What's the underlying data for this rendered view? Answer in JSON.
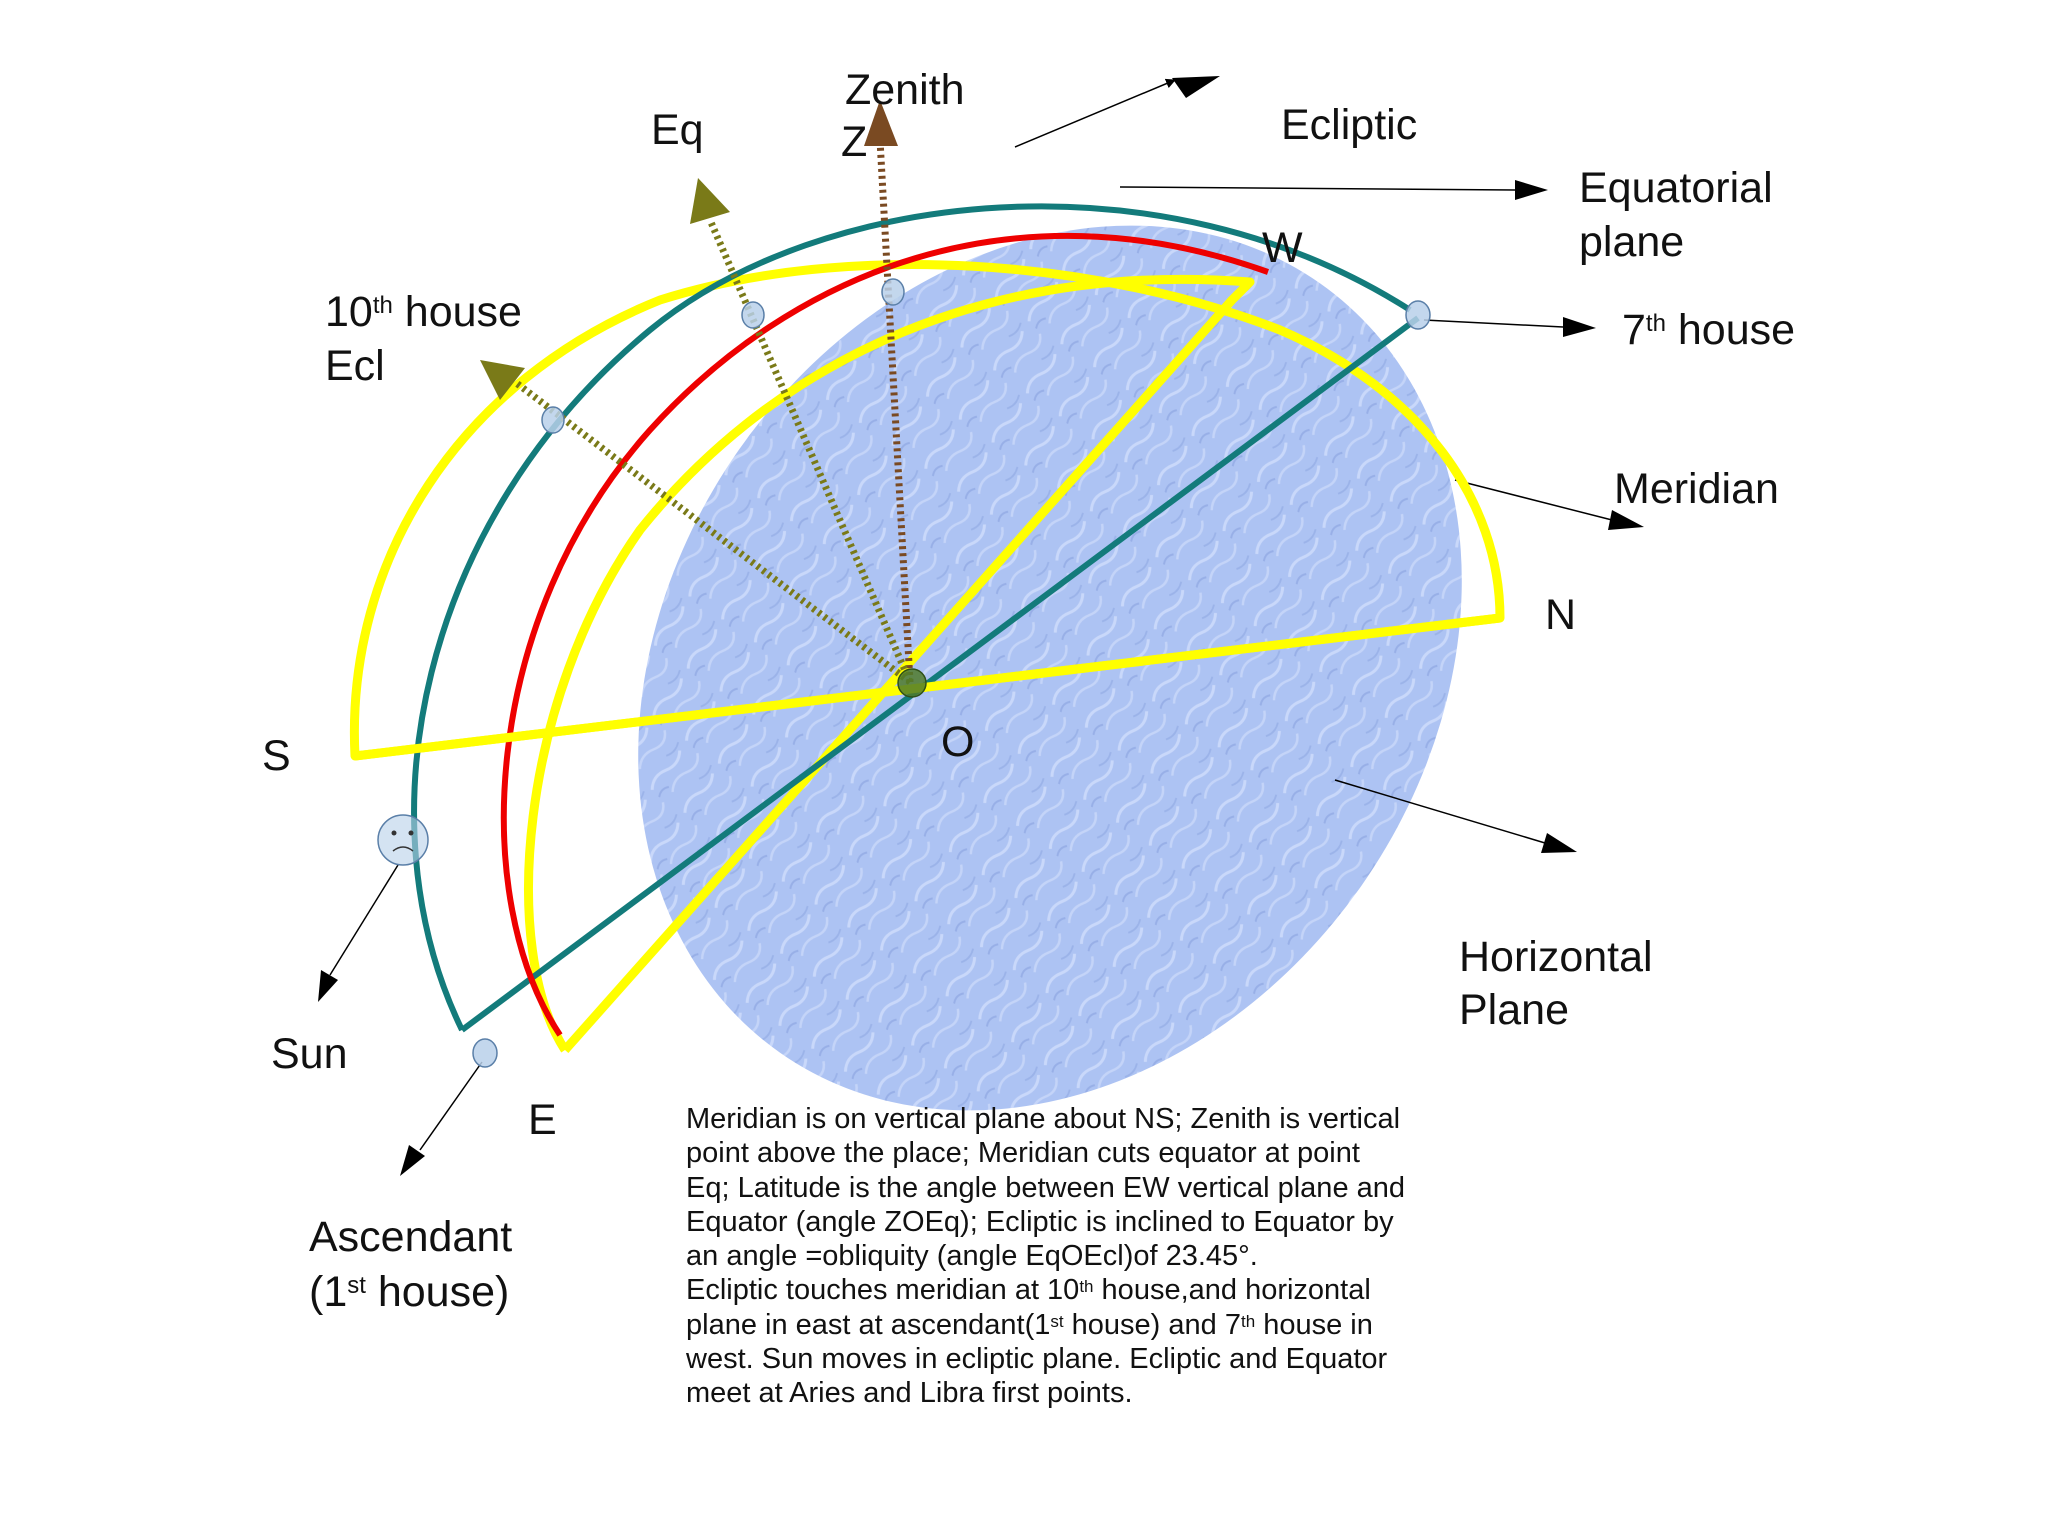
{
  "labels": {
    "zenith": "Zenith",
    "z": "Z",
    "eq": "Eq",
    "ecliptic": "Ecliptic",
    "equatorial_plane_1": "Equatorial",
    "equatorial_plane_2": "plane",
    "w": "W",
    "tenth_house_num": "10",
    "tenth_house_sup": "th",
    "tenth_house_word": " house",
    "ecl": "Ecl",
    "seventh_house_num": "7",
    "seventh_house_sup": "th",
    "seventh_house_word": " house",
    "meridian": "Meridian",
    "n": "N",
    "s": "S",
    "o": "O",
    "sun": "Sun",
    "e": "E",
    "horizontal_plane_1": "Horizontal",
    "horizontal_plane_2": "Plane",
    "ascendant": "Ascendant",
    "first_house_open": "(1",
    "first_house_sup": "st",
    "first_house_close": " house)"
  },
  "note": {
    "p1": "Meridian is on  vertical plane about NS; Zenith is vertical point above the place; Meridian cuts equator at point Eq; Latitude is the angle between EW vertical plane and Equator (angle ZOEq); Ecliptic is inclined to Equator by an angle =obliquity (angle EqOEcl)of 23.45°.",
    "p2a": " Ecliptic touches meridian at 10",
    "p2a_sup": "th",
    "p2b": " house,and horizontal plane in east at ascendant(1",
    "p2b_sup": "st",
    "p2c": " house) and 7",
    "p2c_sup": "th",
    "p2d": " house in west. Sun moves in ecliptic plane. Ecliptic and Equator meet at Aries and Libra first points."
  },
  "colors": {
    "background": "#ffffff",
    "horizontal_plane": "#a9c0f2",
    "meridian_yellow": "#ffff00",
    "ecliptic_teal": "#137b7b",
    "equator_red": "#ee0000",
    "zenith_brown": "#7a4a22",
    "eq_olive": "#7a7a18",
    "text": "#111111"
  }
}
